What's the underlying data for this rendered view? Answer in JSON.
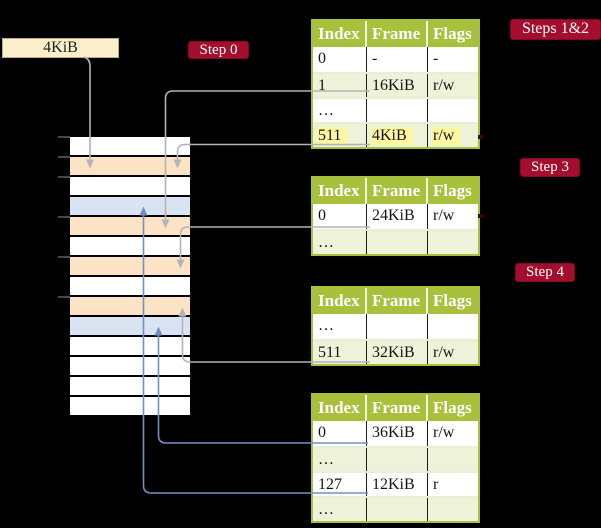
{
  "frame_box": {
    "label": "4KiB"
  },
  "steps": {
    "step0": "Step 0",
    "steps12": "Steps 1&2",
    "step3": "Step 3",
    "step4": "Step 4"
  },
  "page_tables": [
    {
      "name": "page-table-steps-1-2",
      "headers": [
        "Index",
        "Frame",
        "Flags"
      ],
      "rows": [
        {
          "cells": [
            "0",
            "-",
            "-"
          ],
          "shaded": false,
          "highlighted": false
        },
        {
          "cells": [
            "1",
            "16KiB",
            "r/w"
          ],
          "shaded": true,
          "highlighted": false
        },
        {
          "cells": [
            "…",
            "",
            ""
          ],
          "shaded": false,
          "highlighted": false
        },
        {
          "cells": [
            "511",
            "4KiB",
            "r/w"
          ],
          "shaded": true,
          "highlighted": true
        }
      ]
    },
    {
      "name": "page-table-step-3",
      "headers": [
        "Index",
        "Frame",
        "Flags"
      ],
      "rows": [
        {
          "cells": [
            "0",
            "24KiB",
            "r/w"
          ],
          "shaded": false,
          "highlighted": false
        },
        {
          "cells": [
            "…",
            "",
            ""
          ],
          "shaded": true,
          "highlighted": false
        }
      ]
    },
    {
      "name": "page-table-step-4",
      "headers": [
        "Index",
        "Frame",
        "Flags"
      ],
      "rows": [
        {
          "cells": [
            "…",
            "",
            ""
          ],
          "shaded": false,
          "highlighted": false
        },
        {
          "cells": [
            "511",
            "32KiB",
            "r/w"
          ],
          "shaded": true,
          "highlighted": false
        }
      ]
    },
    {
      "name": "page-table-final",
      "headers": [
        "Index",
        "Frame",
        "Flags"
      ],
      "rows": [
        {
          "cells": [
            "0",
            "36KiB",
            "r/w"
          ],
          "shaded": false,
          "highlighted": false
        },
        {
          "cells": [
            "…",
            "",
            ""
          ],
          "shaded": true,
          "highlighted": false
        },
        {
          "cells": [
            "127",
            "12KiB",
            "r"
          ],
          "shaded": false,
          "highlighted": false
        },
        {
          "cells": [
            "…",
            "",
            ""
          ],
          "shaded": true,
          "highlighted": false
        }
      ]
    }
  ],
  "memory_column": {
    "rows": [
      "white",
      "peach",
      "white",
      "blue",
      "peach",
      "white",
      "peach",
      "white",
      "peach",
      "blue",
      "white",
      "white",
      "white",
      "white"
    ]
  },
  "colors": {
    "crimson": "#a50d2d",
    "table-green": "#a8c13c",
    "row-green": "#edf2d9",
    "highlight-yellow": "#fdf6a1",
    "peach": "#fce3c5",
    "blue-row": "#d9e4f3",
    "cream": "#fbeeca",
    "connector-gray": "#b4b4b8",
    "connector-blue": "#7290c3"
  }
}
